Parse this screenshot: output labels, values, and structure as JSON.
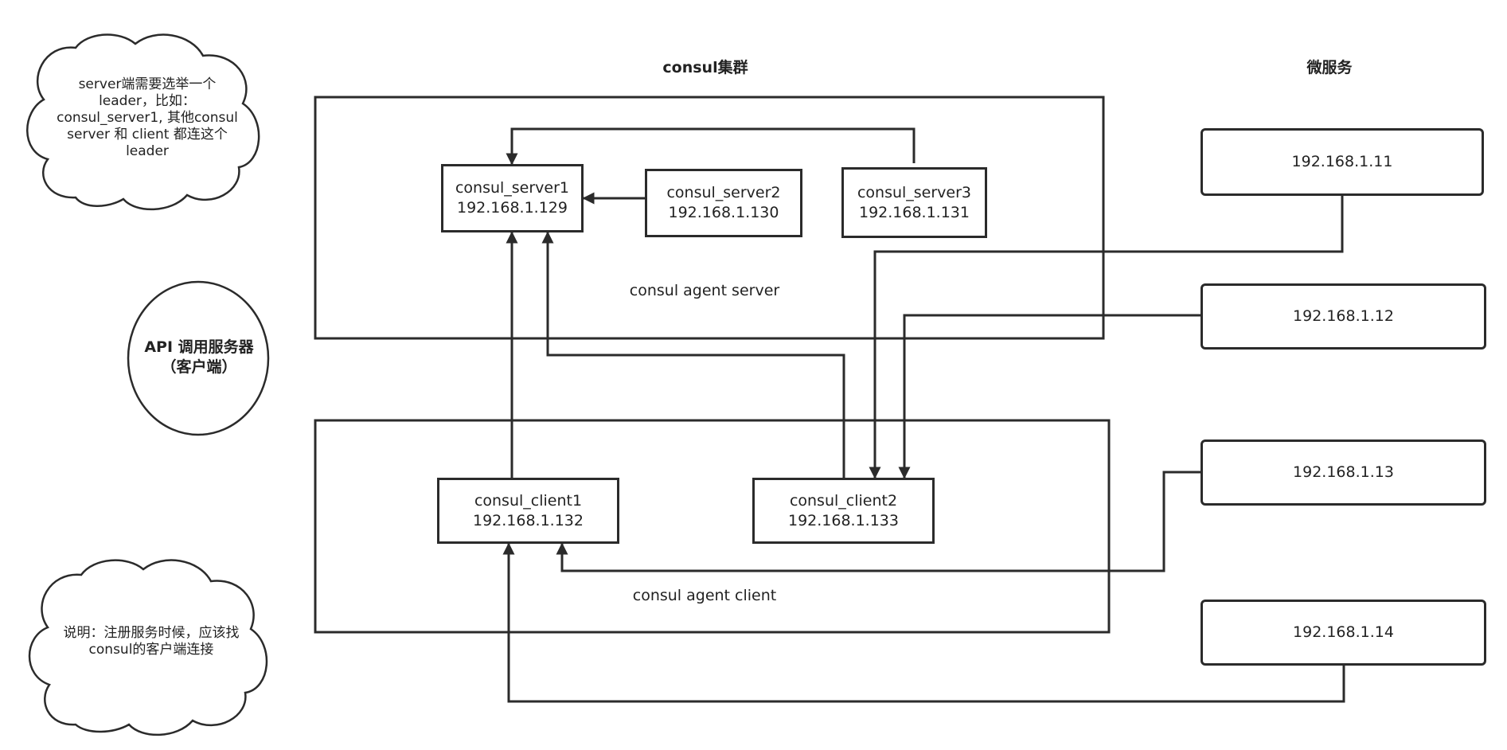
{
  "titles": {
    "cluster": "consul集群",
    "microservices": "微服务"
  },
  "servers": [
    {
      "name": "consul_server1",
      "ip": "192.168.1.129"
    },
    {
      "name": "consul_server2",
      "ip": "192.168.1.130"
    },
    {
      "name": "consul_server3",
      "ip": "192.168.1.131"
    }
  ],
  "clients": [
    {
      "name": "consul_client1",
      "ip": "192.168.1.132"
    },
    {
      "name": "consul_client2",
      "ip": "192.168.1.133"
    }
  ],
  "groups": {
    "server_label": "consul agent server",
    "client_label": "consul agent client"
  },
  "microservices": [
    "192.168.1.11",
    "192.168.1.12",
    "192.168.1.13",
    "192.168.1.14"
  ],
  "notes": {
    "leader": [
      "server端需要选举一个",
      "leader，比如：",
      "consul_server1, 其他consul",
      "server 和 client 都连这个",
      "leader"
    ],
    "api": [
      "API 调用服务器",
      "（客户端）"
    ],
    "register": [
      "说明：注册服务时候，应该找",
      "consul的客户端连接"
    ]
  },
  "colors": {
    "stroke": "#2b2b2b",
    "text": "#222222",
    "background": "#ffffff"
  }
}
